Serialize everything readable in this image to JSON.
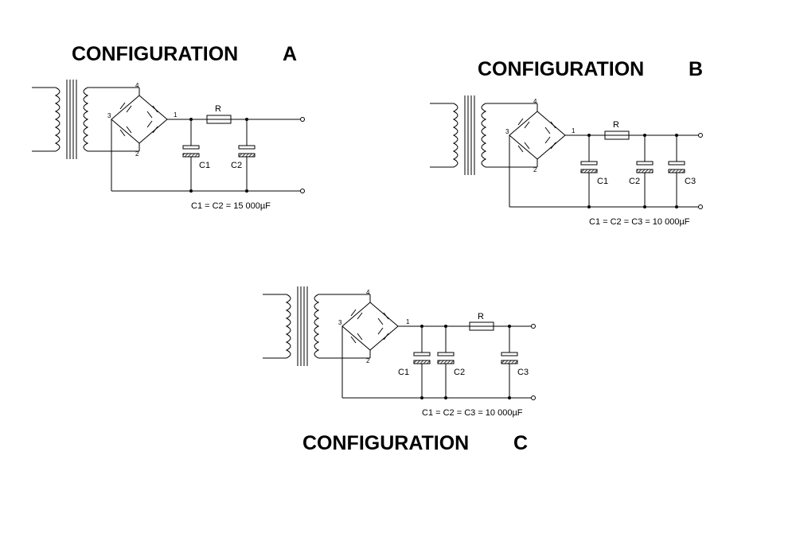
{
  "config_a": {
    "title": "CONFIGURATION",
    "letter": "A",
    "resistor_label": "R",
    "pin_1": "1",
    "pin_3": "3",
    "pin_4": "4",
    "pin_2": "2",
    "c1_label": "C1",
    "c2_label": "C2",
    "formula": "C1 = C2 = 15 000µF"
  },
  "config_b": {
    "title": "CONFIGURATION",
    "letter": "B",
    "resistor_label": "R",
    "pin_1": "1",
    "pin_3": "3",
    "pin_4": "4",
    "pin_2": "2",
    "c1_label": "C1",
    "c2_label": "C2",
    "c3_label": "C3",
    "formula": "C1 = C2 = C3 = 10 000µF"
  },
  "config_c": {
    "title": "CONFIGURATION",
    "letter": "C",
    "resistor_label": "R",
    "pin_1": "1",
    "pin_3": "3",
    "pin_4": "4",
    "pin_2": "2",
    "c1_label": "C1",
    "c2_label": "C2",
    "c3_label": "C3",
    "formula": "C1 = C2 = C3 = 10 000µF"
  }
}
